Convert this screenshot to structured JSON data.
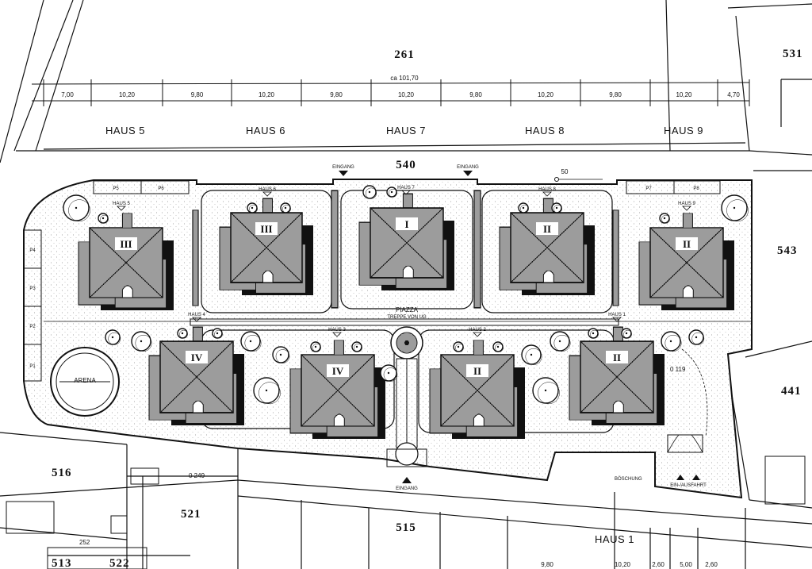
{
  "parcels": {
    "p261": "261",
    "p531": "531",
    "p540": "540",
    "p543": "543",
    "p441": "441",
    "p516": "516",
    "p521": "521",
    "p515": "515",
    "p513": "513",
    "p522": "522"
  },
  "total_width": "ca 101,70",
  "top_dims": [
    "7,00",
    "10,20",
    "9,80",
    "10,20",
    "9,80",
    "10,20",
    "9,80",
    "10,20",
    "9,80",
    "10,20",
    "4,70"
  ],
  "top_houses": [
    "HAUS 5",
    "HAUS 6",
    "HAUS 7",
    "HAUS 8",
    "HAUS 9"
  ],
  "eingang": "EINGANG",
  "plot_marker": "50",
  "parking": [
    "P5",
    "P6",
    "P7",
    "P8",
    "P4",
    "P3",
    "P2",
    "P1"
  ],
  "house_tags": [
    "HAUS 5",
    "HAUS 6",
    "HAUS 7",
    "HAUS 8",
    "HAUS 9",
    "HAUS 4",
    "HAUS 3",
    "HAUS 2",
    "HAUS 1"
  ],
  "roman": [
    "III",
    "III",
    "I",
    "II",
    "II",
    "IV",
    "IV",
    "II",
    "II"
  ],
  "piazza": "PIAZZA",
  "treppe": "TREPPE VON UG",
  "arena": "ARENA",
  "levels": [
    "0 119",
    "0 249",
    "252"
  ],
  "boeschung": "BÖSCHUNG",
  "einfahrt": "EIN-/AUSFAHRT",
  "haus1_label": "HAUS 1",
  "bottom_dims": [
    "9,80",
    "10,20",
    "2,60",
    "5,00",
    "2,60"
  ],
  "icons": {
    "north": "entry-arrow-icon",
    "tree": "tree-icon"
  }
}
